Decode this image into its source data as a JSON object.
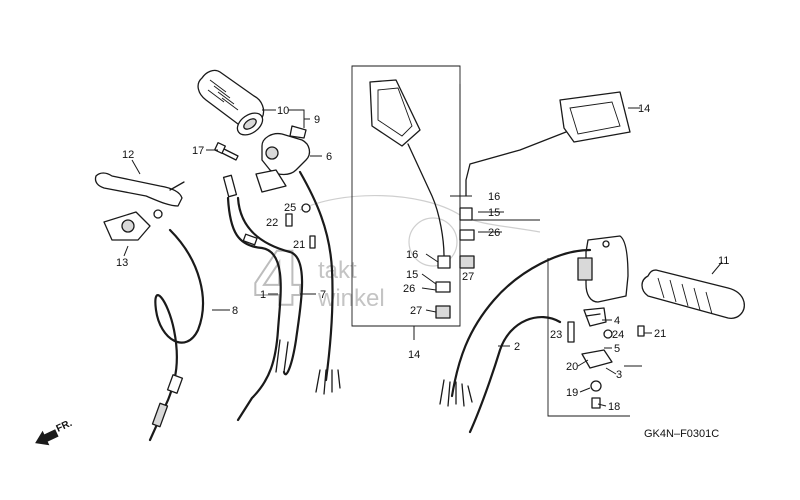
{
  "diagram": {
    "code": "GK4N–F0301C",
    "front_label": "FR.",
    "watermark": {
      "digit": "4",
      "line1": "takt",
      "line2": "winkel"
    },
    "callouts": {
      "c1": "1",
      "c2": "2",
      "c3": "3",
      "c4": "4",
      "c5": "5",
      "c6": "6",
      "c7": "7",
      "c8": "8",
      "c9": "9",
      "c10": "10",
      "c11": "11",
      "c12": "12",
      "c13": "13",
      "c14a": "14",
      "c14b": "14",
      "c15a": "15",
      "c15b": "15",
      "c16a": "16",
      "c16b": "16",
      "c17": "17",
      "c18": "18",
      "c19": "19",
      "c20": "20",
      "c21a": "21",
      "c21b": "21",
      "c22": "22",
      "c23": "23",
      "c24": "24",
      "c25": "25",
      "c26a": "26",
      "c26b": "26",
      "c27a": "27",
      "c27b": "27"
    }
  }
}
